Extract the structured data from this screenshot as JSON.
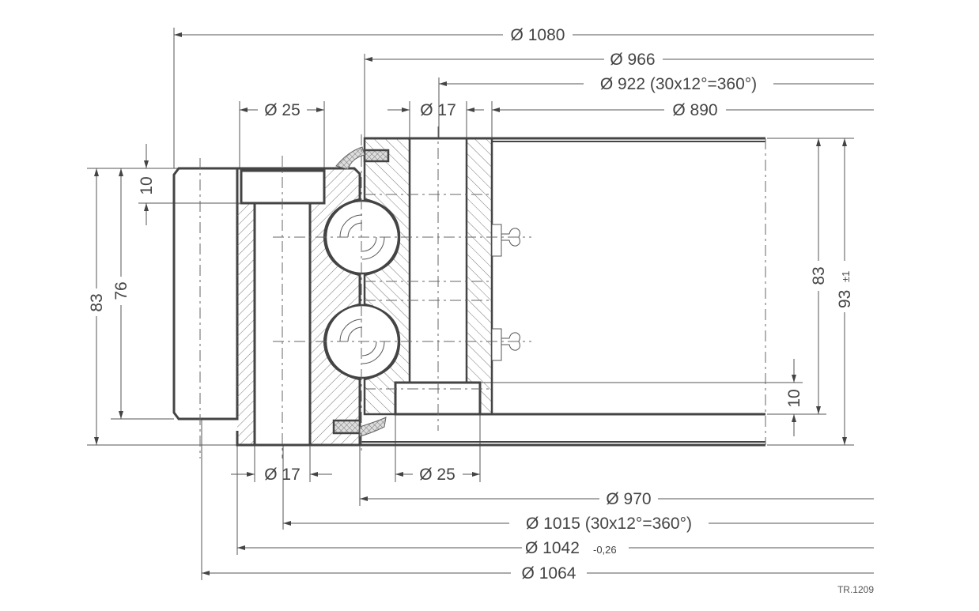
{
  "drawing": {
    "reference": "TR.1209",
    "top_dimensions": {
      "d1080": "Ø 1080",
      "d966": "Ø 966",
      "d922": "Ø 922 (30x12°=360°)",
      "d890": "Ø 890",
      "d25_top": "Ø 25",
      "d17_top": "Ø 17"
    },
    "bottom_dimensions": {
      "d17_bottom": "Ø 17",
      "d25_bottom": "Ø 25",
      "d970": "Ø 970",
      "d1015": "Ø 1015 (30x12°=360°)",
      "d1042": "Ø 1042",
      "d1042_tol": "-0,26",
      "d1064": "Ø 1064"
    },
    "left_dimensions": {
      "h83": "83",
      "h76": "76",
      "h10": "10"
    },
    "right_dimensions": {
      "h83": "83",
      "h93": "93",
      "h93_tol": "±1",
      "h10": "10"
    }
  }
}
